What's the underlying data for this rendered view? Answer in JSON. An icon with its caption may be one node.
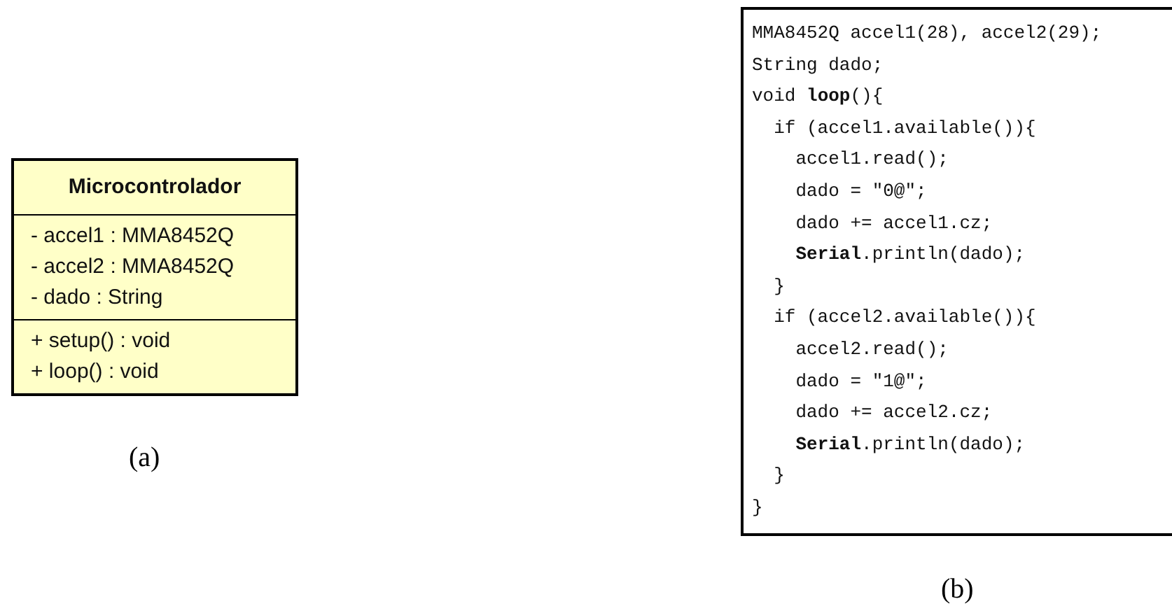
{
  "diagram": {
    "nodes": [
      {
        "text": [
          "Microcontrolador",
          "- accel1 : MMA8452Q",
          "- accel2 : MMA8452Q",
          "- dado : String",
          "+ setup() : void",
          "+ loop() : void"
        ],
        "beside": [
          "(a)"
        ]
      },
      {
        "text": [
          "MMA8452Q accel1(28), accel2(29);",
          "String dado;",
          "void **loop**(){",
          "  if (accel1.available()){",
          "    accel1.read();",
          "    dado = \"0@\";",
          "    dado += accel1.cz;",
          "    **Serial**.println(dado);",
          "  }",
          "  if (accel2.available()){",
          "    accel2.read();",
          "    dado = \"1@\";",
          "    dado += accel2.cz;",
          "    **Serial**.println(dado);",
          "  }",
          "}"
        ],
        "beside": [
          "(b)"
        ]
      }
    ]
  }
}
